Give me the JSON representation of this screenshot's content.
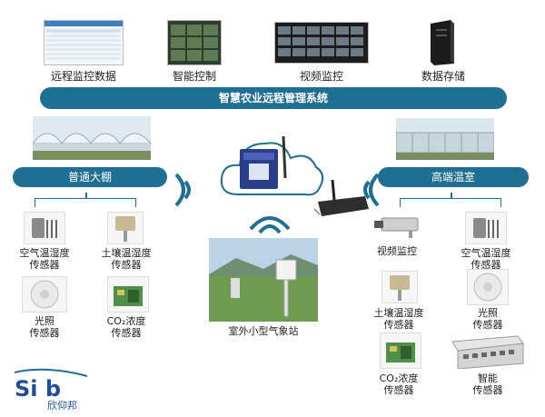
{
  "top_items": [
    {
      "label": "远程监控数据",
      "icon": "data-dashboard-icon"
    },
    {
      "label": "智能控制",
      "icon": "control-dashboard-icon"
    },
    {
      "label": "视频监控",
      "icon": "video-wall-icon"
    },
    {
      "label": "数据存储",
      "icon": "server-icon"
    }
  ],
  "main_bar": "智慧农业远程管理系统",
  "left_section": {
    "title": "普通大棚",
    "sensors": [
      {
        "line1": "空气温湿度",
        "line2": "传感器"
      },
      {
        "line1": "土壤温湿度",
        "line2": "传感器"
      },
      {
        "line1": "光照",
        "line2": "传感器"
      },
      {
        "line1": "CO₂浓度",
        "line2": "传感器"
      }
    ]
  },
  "right_section": {
    "title": "高端温室",
    "items": [
      {
        "line1": "视频监控",
        "line2": ""
      },
      {
        "line1": "空气温湿度",
        "line2": "传感器"
      },
      {
        "line1": "土壤温湿度",
        "line2": "传感器"
      },
      {
        "line1": "光照",
        "line2": "传感器"
      },
      {
        "line1": "CO₂浓度",
        "line2": "传感器"
      },
      {
        "line1": "智能",
        "line2": "传感器"
      }
    ]
  },
  "weather_station": "室外小型气象站",
  "logo": {
    "mark": "Si b",
    "name": "欣仰邦"
  },
  "colors": {
    "primary": "#1f6f93",
    "bar_text": "#ffffff"
  }
}
